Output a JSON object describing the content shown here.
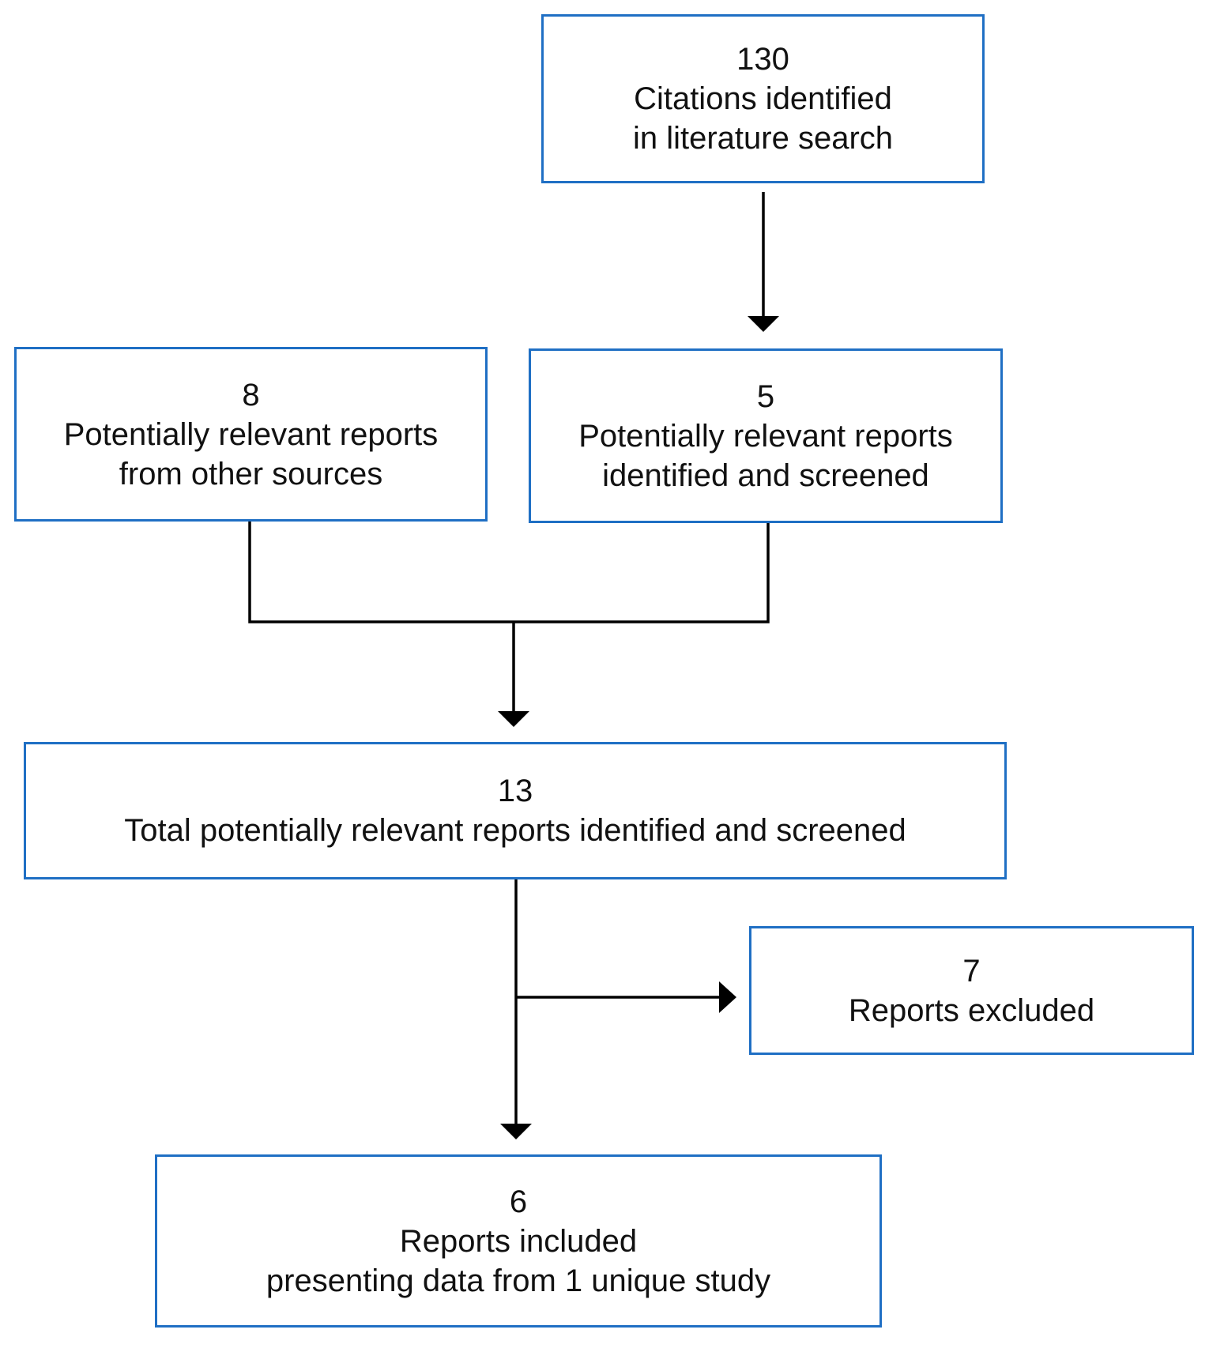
{
  "boxes": {
    "citations": {
      "count": "130",
      "line1": "Citations identified",
      "line2": "in literature search"
    },
    "other_sources": {
      "count": "8",
      "line1": "Potentially relevant reports",
      "line2": "from other sources"
    },
    "screened": {
      "count": "5",
      "line1": "Potentially relevant reports",
      "line2": "identified and screened"
    },
    "total": {
      "count": "13",
      "line1": "Total potentially relevant reports identified and screened"
    },
    "excluded": {
      "count": "7",
      "line1": "Reports excluded"
    },
    "included": {
      "count": "6",
      "line1": "Reports included",
      "line2": "presenting data from 1 unique study"
    }
  },
  "colors": {
    "box_border": "#1f6fc4",
    "connector": "#000000"
  }
}
